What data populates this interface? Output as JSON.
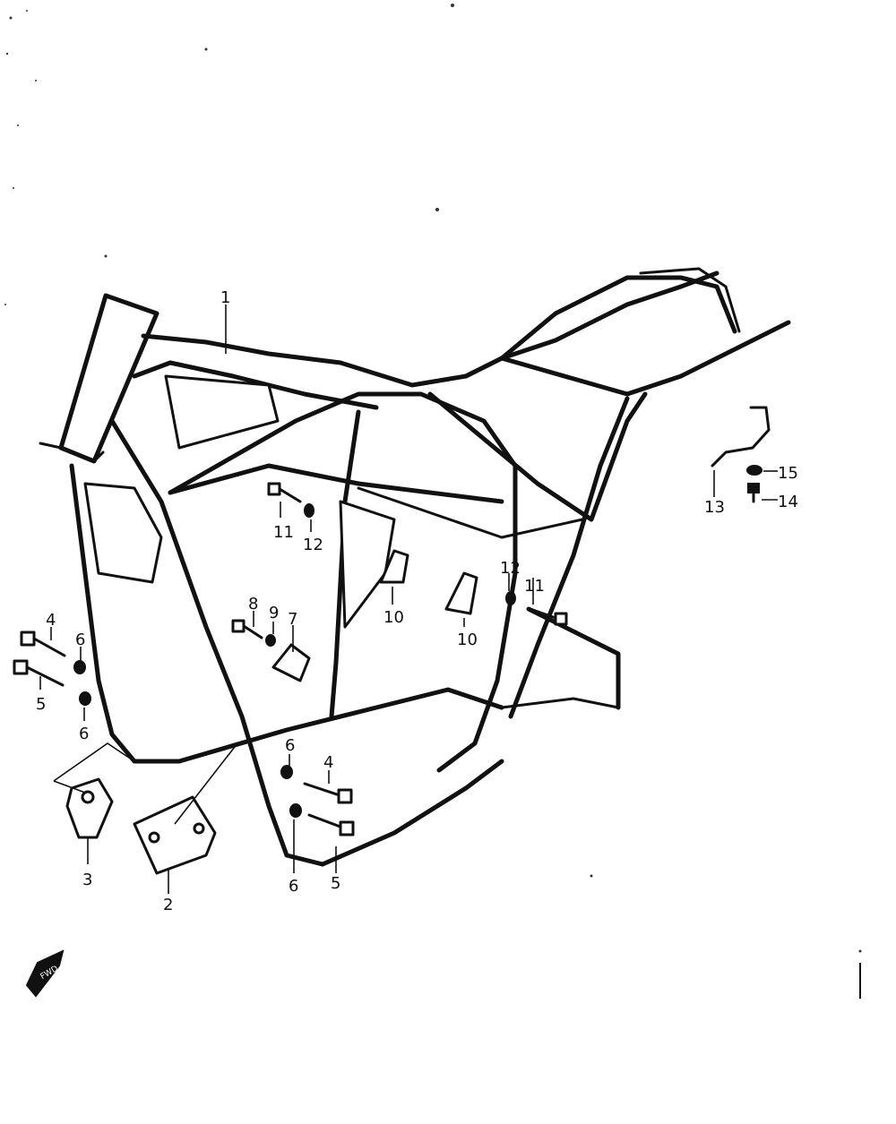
{
  "callouts": [
    {
      "id": "c1",
      "text": "1"
    },
    {
      "id": "c2",
      "text": "2"
    },
    {
      "id": "c3",
      "text": "3"
    },
    {
      "id": "c4a",
      "text": "4"
    },
    {
      "id": "c4b",
      "text": "4"
    },
    {
      "id": "c5a",
      "text": "5"
    },
    {
      "id": "c5b",
      "text": "5"
    },
    {
      "id": "c6a",
      "text": "6"
    },
    {
      "id": "c6b",
      "text": "6"
    },
    {
      "id": "c6c",
      "text": "6"
    },
    {
      "id": "c6d",
      "text": "6"
    },
    {
      "id": "c7",
      "text": "7"
    },
    {
      "id": "c8",
      "text": "8"
    },
    {
      "id": "c9",
      "text": "9"
    },
    {
      "id": "c10a",
      "text": "10"
    },
    {
      "id": "c10b",
      "text": "10"
    },
    {
      "id": "c11a",
      "text": "11"
    },
    {
      "id": "c11b",
      "text": "11"
    },
    {
      "id": "c12a",
      "text": "12"
    },
    {
      "id": "c12b",
      "text": "12"
    },
    {
      "id": "c13",
      "text": "13"
    },
    {
      "id": "c14",
      "text": "14"
    },
    {
      "id": "c15",
      "text": "15"
    }
  ],
  "front_arrow_label": "FWD",
  "colors": {
    "ink": "#111111",
    "paper": "#ffffff"
  }
}
